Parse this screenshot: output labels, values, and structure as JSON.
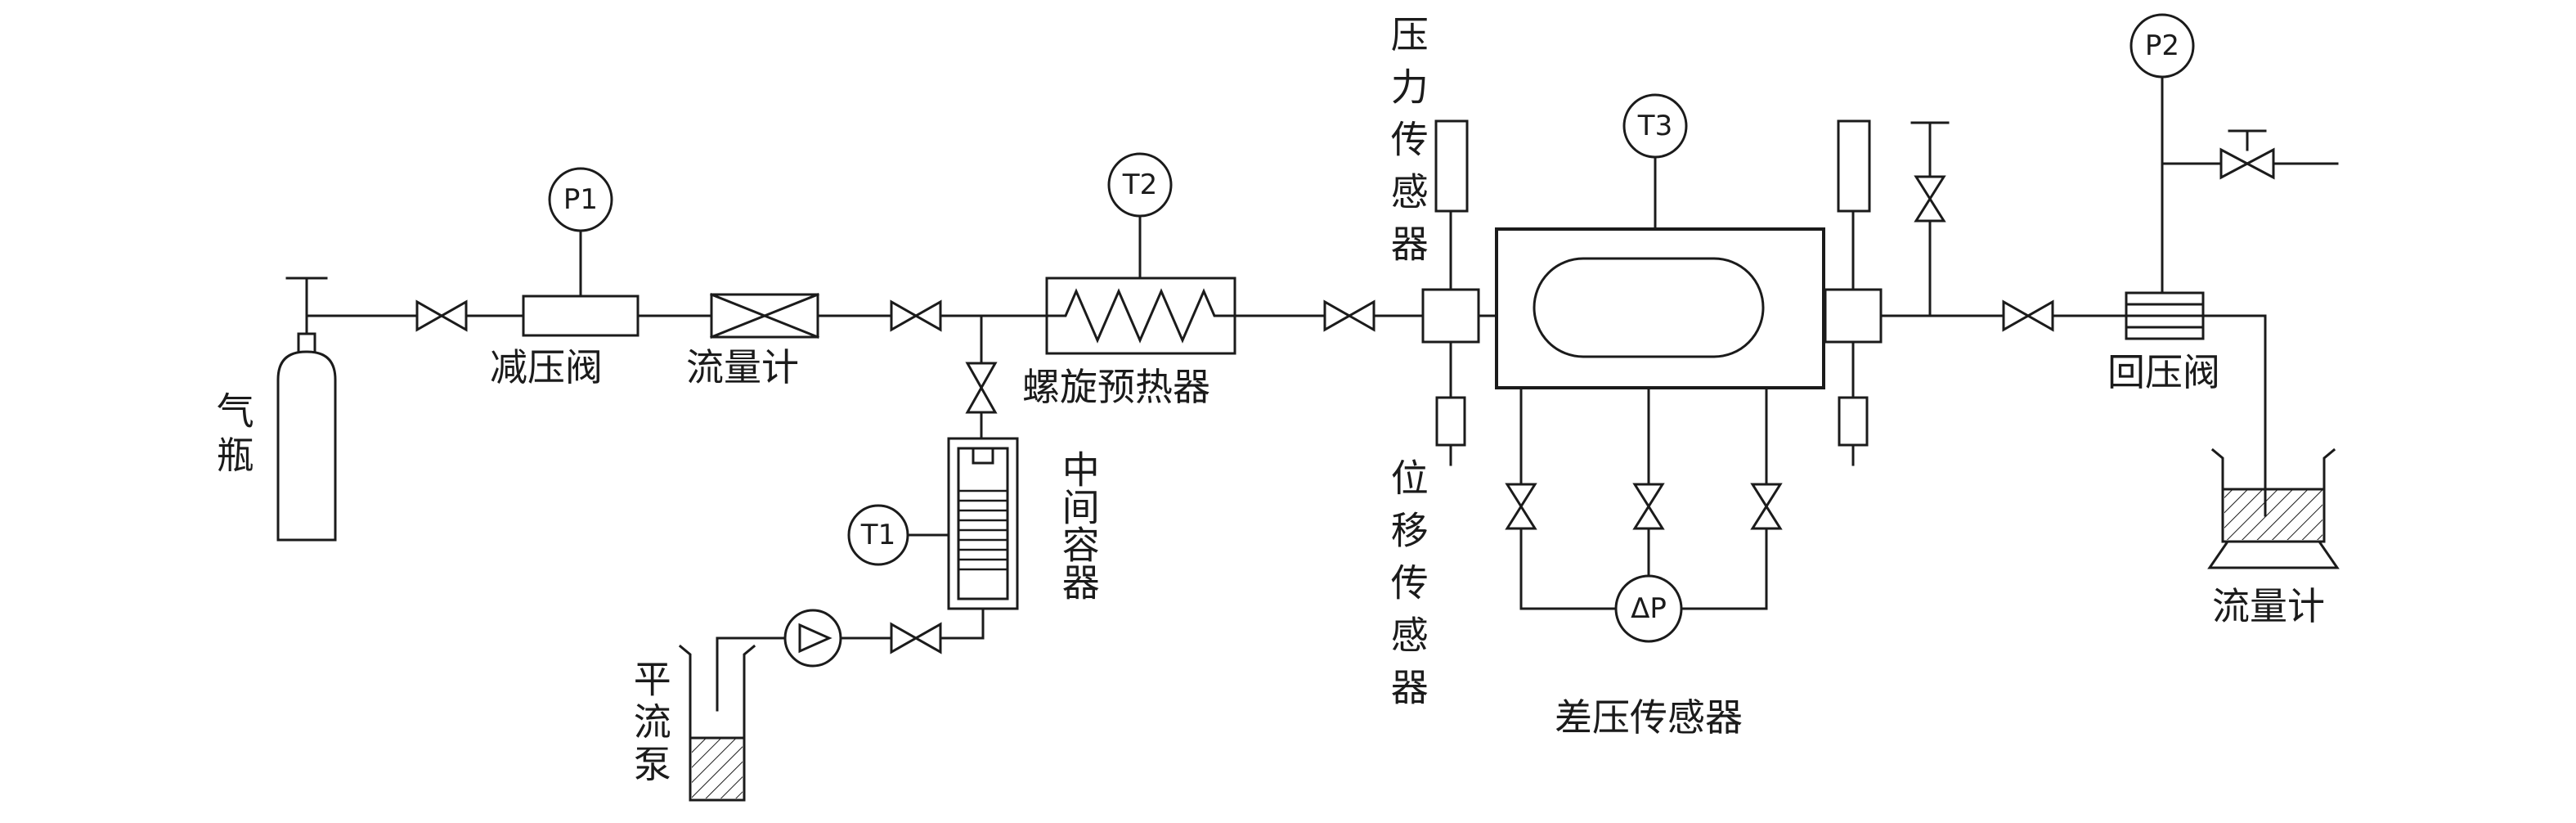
{
  "diagram": {
    "background": "#ffffff",
    "line_color": "#1b1b1b",
    "instruments": {
      "p1": "P1",
      "t1": "T1",
      "t2": "T2",
      "t3": "T3",
      "p2": "P2",
      "dp": "ΔP"
    },
    "labels": {
      "gas_cylinder": "气瓶",
      "reducing_valve": "减压阀",
      "flow_meter_inline": "流量计",
      "spiral_preheater": "螺旋预热器",
      "intermediate_vessel": "中间容器",
      "constant_flow_pump": "平流泵",
      "pressure_sensor": "压力传感器",
      "displacement_sensor": "位移传感器",
      "diff_pressure_sensor": "差压传感器",
      "back_pressure_valve": "回压阀",
      "flow_meter_outlet": "流量计"
    }
  }
}
